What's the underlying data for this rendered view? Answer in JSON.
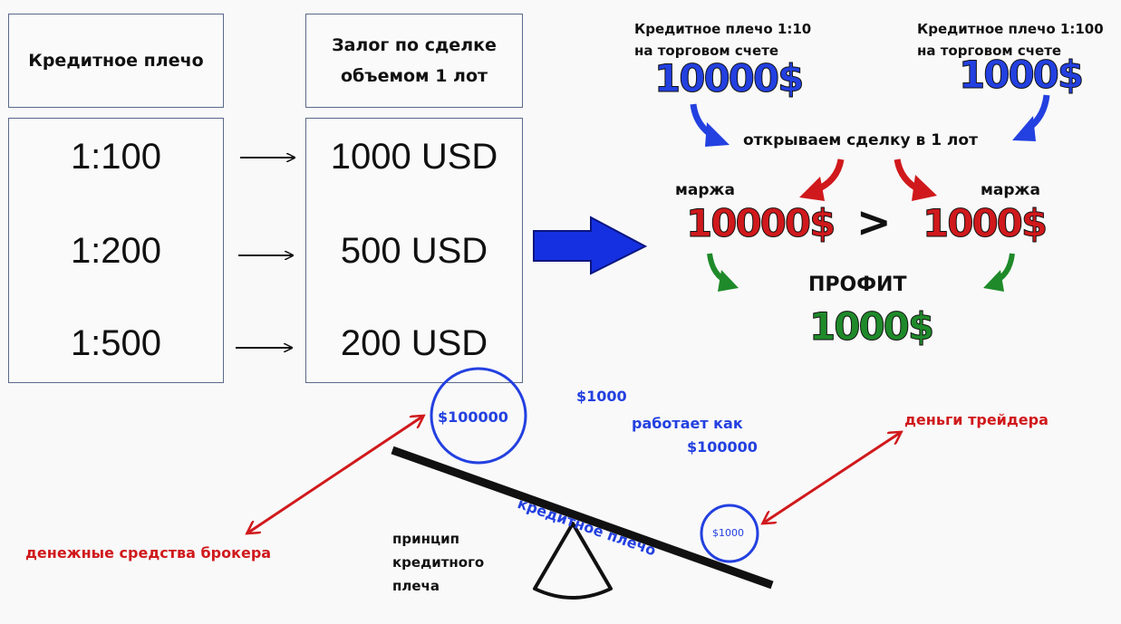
{
  "table": {
    "col1_header": "Кредитное плечо",
    "col2_header": "Залог по сделке объемом 1 лот",
    "rows": [
      {
        "leverage": "1:100",
        "deposit": "1000 USD"
      },
      {
        "leverage": "1:200",
        "deposit": "500 USD"
      },
      {
        "leverage": "1:500",
        "deposit": "200 USD"
      }
    ]
  },
  "compare": {
    "left_title_1": "Кредитное плечо 1:10",
    "left_title_2": "на торговом счете",
    "left_amount": "10000$",
    "right_title_1": "Кредитное плечо 1:100",
    "right_title_2": "на торговом счете",
    "right_amount": "1000$",
    "open_deal": "открываем сделку в 1 лот",
    "margin_left_label": "маржа",
    "margin_left_value": "10000$",
    "gt_sign": ">",
    "margin_right_label": "маржа",
    "margin_right_value": "1000$",
    "profit_label": "ПРОФИТ",
    "profit_value": "1000$"
  },
  "scale": {
    "big_circle": "$100000",
    "small_circle": "$1000",
    "note_1": "$1000",
    "note_2": "работает как",
    "note_3": "$100000",
    "beam_label": "кредитное плечо",
    "broker_label": "денежные средства брокера",
    "trader_label": "деньги трейдера",
    "principle_1": "принцип",
    "principle_2": "кредитного",
    "principle_3": "плеча"
  },
  "colors": {
    "blue": "#2340e0",
    "red": "#d0191c",
    "green": "#1f8a2a",
    "arrow_blue": "#1530e0"
  }
}
